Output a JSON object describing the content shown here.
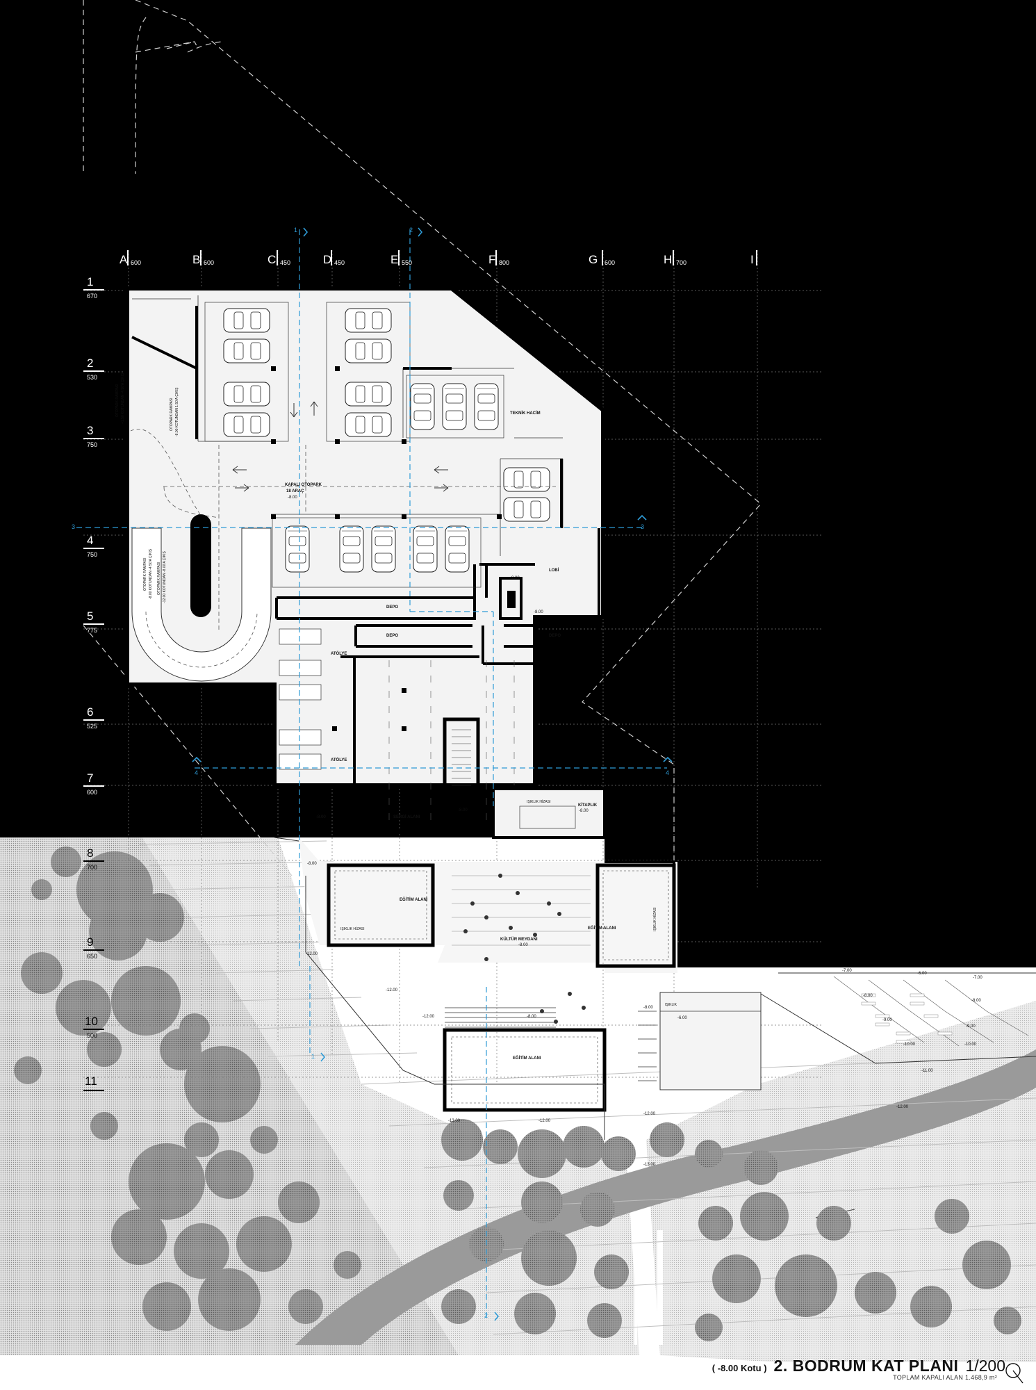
{
  "drawing": {
    "title": "2. BODRUM KAT PLANI",
    "level": "( -8.00 Kotu )",
    "scale": "1/200",
    "area_label": "TOPLAM KAPALI ALAN 1.468,9 m²"
  },
  "grid": {
    "columns": [
      {
        "label": "A",
        "dim": "600"
      },
      {
        "label": "B",
        "dim": "600"
      },
      {
        "label": "C",
        "dim": "450"
      },
      {
        "label": "D",
        "dim": "450"
      },
      {
        "label": "E",
        "dim": "550"
      },
      {
        "label": "F",
        "dim": "800"
      },
      {
        "label": "G",
        "dim": "600"
      },
      {
        "label": "H",
        "dim": "700"
      },
      {
        "label": "I",
        "dim": ""
      }
    ],
    "rows": [
      {
        "label": "1",
        "dim": "670"
      },
      {
        "label": "2",
        "dim": "530"
      },
      {
        "label": "3",
        "dim": "750"
      },
      {
        "label": "4",
        "dim": "750"
      },
      {
        "label": "5",
        "dim": "775"
      },
      {
        "label": "6",
        "dim": "525"
      },
      {
        "label": "7",
        "dim": "600"
      },
      {
        "label": "8",
        "dim": "700"
      },
      {
        "label": "9",
        "dim": "650"
      },
      {
        "label": "10",
        "dim": "500"
      },
      {
        "label": "11",
        "dim": ""
      }
    ]
  },
  "sections": {
    "s1_top": "1",
    "s2_top": "2",
    "s1_bottom": "1",
    "s2_bottom": "2",
    "s3_left": "3",
    "s3_right": "3",
    "s4_left": "4",
    "s4_right": "4"
  },
  "rooms": {
    "teknik": "TEKNİK HACİM",
    "otopark": "KAPALI OTOPARK",
    "otopark_cap": "18 ARAÇ",
    "otopark_lvl": "-8.00",
    "ramp1": "OTOPARK RAMPASI",
    "ramp1_b": "+1.50 KOTUNDAN -4.50'A ÇIKIŞ",
    "ramp2": "OTOPARK RAMPASI",
    "ramp2_b": "-8.00 KOTUNDAN 1.50'A ÇIKIŞ",
    "ramp3": "OTOPARK RAMPASI",
    "ramp3_b": "-8.00 KOTUNDAN -4.50'A ÇIKIŞ",
    "ramp4": "OTOPARK RAMPASI",
    "ramp4_b": "-12.00 KOTUNDAN -8.00'A ÇIKIŞ",
    "depo1": "DEPO",
    "depo2": "DEPO",
    "depo3": "DEPO",
    "lobi": "LOBİ",
    "lobi_lvl1": "-8.00",
    "lobi_lvl2": "-8.00",
    "atolye1": "ATÖLYE",
    "atolye2": "ATÖLYE",
    "sergi": "SERGİ ALANI",
    "sergi_lvl": "-8.00",
    "stair_lvl": "-8.00",
    "kitaplik": "KİTAPLIK",
    "kitaplik_lvl": "-8.00",
    "isiklik1": "IŞIKLIK HİZASI",
    "egitim1": "EĞİTİM ALANI",
    "egitim2": "EĞİTİM ALANI",
    "egitim3": "EĞİTİM ALANI",
    "isiklik2": "IŞIKLIK HİZASI",
    "isiklik3": "IŞIKLIK HİZASI",
    "kultur": "KÜLTÜR MEYDANI",
    "kultur_lvl": "-8.00",
    "isiklik4": "IŞIKLIK"
  },
  "levels": {
    "l1": "-8.00",
    "l2": "-8.00",
    "l3": "-12.00",
    "l4": "-12.00",
    "l5": "-12.00",
    "l6": "-8.00",
    "l7": "-8.00",
    "l8": "-6.00",
    "l9": "-12.00",
    "l10": "-13.00",
    "l11": "-12.00",
    "l12": "-13.00",
    "r1": "-7.00",
    "r2": "-6.00",
    "r3": "-7.00",
    "r4": "-8.00",
    "r5": "-8.00",
    "r6": "-9.00",
    "r7": "-9.00",
    "r8": "-10.00",
    "r9": "-10.00",
    "r10": "-11.00",
    "r11": "-12.00"
  },
  "colors": {
    "background_dark": "#000000",
    "site_gray": "#c9c9c9",
    "road_gray": "#9a9a9a",
    "section_blue": "#2e9bd6",
    "wall": "#000000",
    "floor": "#f4f4f4"
  }
}
